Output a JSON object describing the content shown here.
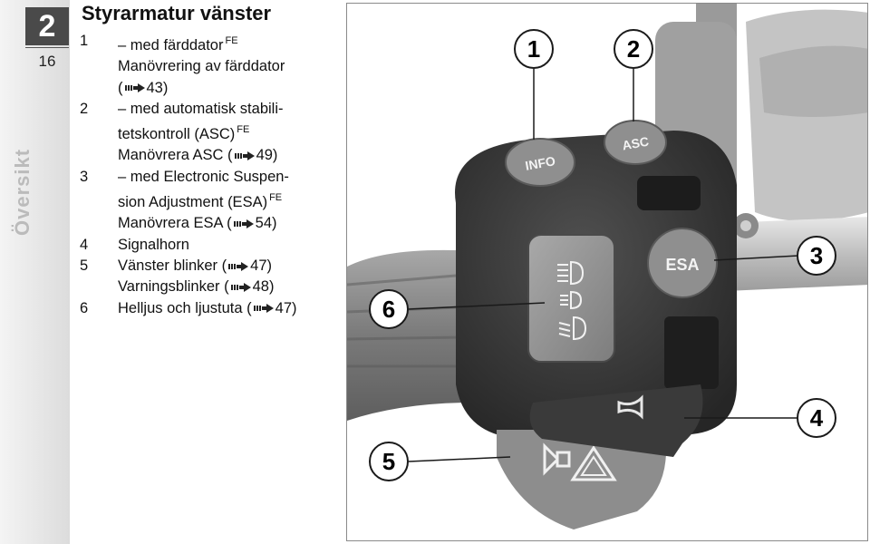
{
  "chapter": {
    "number": "2",
    "page": "16",
    "section_vertical": "Översikt"
  },
  "title": "Styrarmatur vänster",
  "items": [
    {
      "num": "1",
      "lines": [
        {
          "text": "– med färddator",
          "sup": "FE"
        },
        {
          "text": "Manövrering av färddator"
        },
        {
          "ref": "43"
        }
      ]
    },
    {
      "num": "2",
      "lines": [
        {
          "text": "– med automatisk stabili-"
        },
        {
          "text": "tetskontroll (ASC)",
          "sup": "FE"
        },
        {
          "text": "Manövrera ASC",
          "ref": "49"
        }
      ]
    },
    {
      "num": "3",
      "lines": [
        {
          "text": "– med Electronic Suspen-"
        },
        {
          "text": "sion Adjustment (ESA)",
          "sup": "FE"
        },
        {
          "text": "Manövrera ESA",
          "ref": "54"
        }
      ]
    },
    {
      "num": "4",
      "lines": [
        {
          "text": "Signalhorn"
        }
      ]
    },
    {
      "num": "5",
      "lines": [
        {
          "text": "Vänster blinker",
          "ref": "47"
        },
        {
          "text": "Varningsblinker",
          "ref": "48"
        }
      ]
    },
    {
      "num": "6",
      "lines": [
        {
          "text": "Helljus och ljustuta",
          "ref": "47"
        }
      ]
    }
  ],
  "photo": {
    "buttons": {
      "info": "INFO",
      "asc": "ASC",
      "esa": "ESA"
    },
    "callouts": [
      "1",
      "2",
      "3",
      "4",
      "5",
      "6"
    ]
  }
}
